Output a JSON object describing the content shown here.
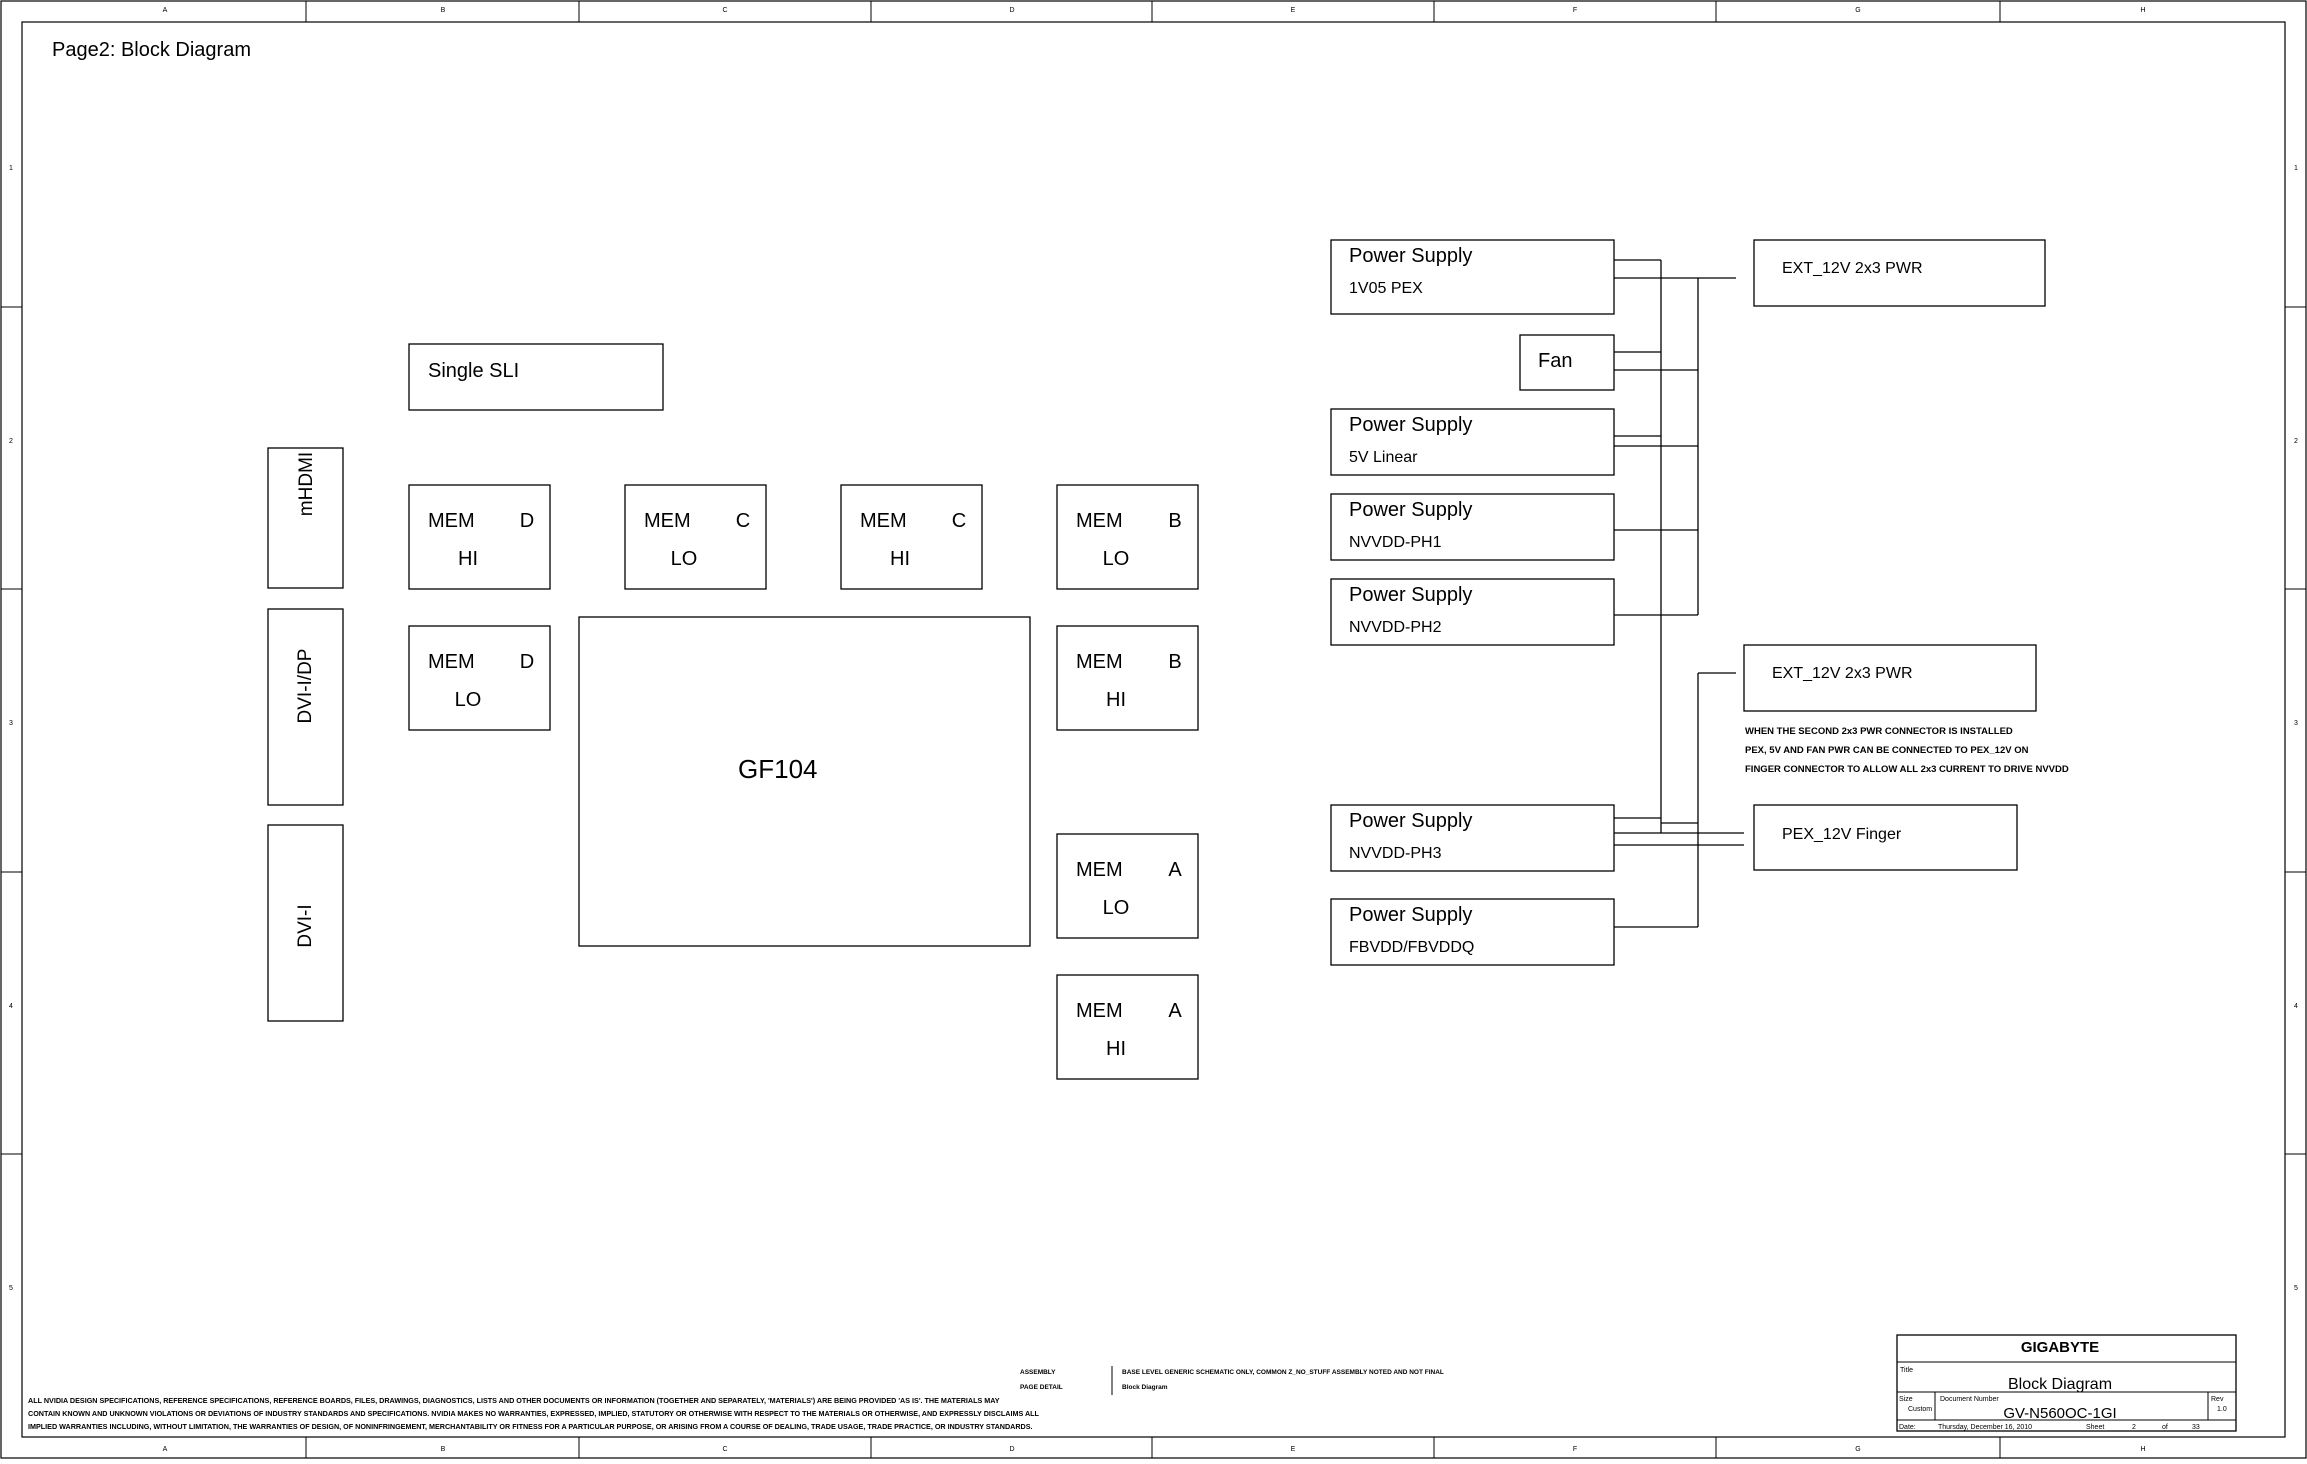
{
  "page_title": "Page2: Block Diagram",
  "border": {
    "columns": [
      "A",
      "B",
      "C",
      "D",
      "E",
      "F",
      "G",
      "H"
    ],
    "rows": [
      "1",
      "2",
      "3",
      "4",
      "5"
    ]
  },
  "connectors": {
    "mhdmi": "mHDMI",
    "dvi_dp": "DVI-I/DP",
    "dvi_i": "DVI-I"
  },
  "single_sli": "Single SLI",
  "gpu": "GF104",
  "mem": [
    {
      "id": "d-hi",
      "name": "MEM",
      "ch": "D",
      "half": "HI"
    },
    {
      "id": "c-lo",
      "name": "MEM",
      "ch": "C",
      "half": "LO"
    },
    {
      "id": "c-hi",
      "name": "MEM",
      "ch": "C",
      "half": "HI"
    },
    {
      "id": "b-lo",
      "name": "MEM",
      "ch": "B",
      "half": "LO"
    },
    {
      "id": "d-lo",
      "name": "MEM",
      "ch": "D",
      "half": "LO"
    },
    {
      "id": "b-hi",
      "name": "MEM",
      "ch": "B",
      "half": "HI"
    },
    {
      "id": "a-lo",
      "name": "MEM",
      "ch": "A",
      "half": "LO"
    },
    {
      "id": "a-hi",
      "name": "MEM",
      "ch": "A",
      "half": "HI"
    }
  ],
  "power": [
    {
      "id": "1v05",
      "title": "Power Supply",
      "sub": "1V05 PEX"
    },
    {
      "id": "5v",
      "title": "Power Supply",
      "sub": "5V Linear"
    },
    {
      "id": "ph1",
      "title": "Power Supply",
      "sub": "NVVDD-PH1"
    },
    {
      "id": "ph2",
      "title": "Power Supply",
      "sub": "NVVDD-PH2"
    },
    {
      "id": "ph3",
      "title": "Power Supply",
      "sub": "NVVDD-PH3"
    },
    {
      "id": "fb",
      "title": "Power Supply",
      "sub": "FBVDD/FBVDDQ"
    }
  ],
  "fan": "Fan",
  "ext_pwr_1": "EXT_12V 2x3 PWR",
  "ext_pwr_2": "EXT_12V 2x3 PWR",
  "pex_finger": "PEX_12V Finger",
  "note": [
    "WHEN THE SECOND 2x3 PWR CONNECTOR IS INSTALLED",
    "PEX, 5V AND FAN PWR CAN BE CONNECTED TO PEX_12V ON",
    "FINGER CONNECTOR TO ALLOW ALL 2x3 CURRENT TO DRIVE NVVDD"
  ],
  "disclaimer": [
    "ALL NVIDIA DESIGN SPECIFICATIONS, REFERENCE SPECIFICATIONS, REFERENCE BOARDS, FILES, DRAWINGS, DIAGNOSTICS, LISTS AND OTHER DOCUMENTS OR INFORMATION (TOGETHER AND SEPARATELY, 'MATERIALS') ARE BEING PROVIDED 'AS IS'. THE MATERIALS MAY",
    "CONTAIN KNOWN AND UNKNOWN VIOLATIONS OR DEVIATIONS OF INDUSTRY STANDARDS AND SPECIFICATIONS. NVIDIA MAKES NO WARRANTIES, EXPRESSED, IMPLIED, STATUTORY OR OTHERWISE WITH RESPECT TO THE MATERIALS OR OTHERWISE, AND EXPRESSLY DISCLAIMS ALL",
    "IMPLIED WARRANTIES INCLUDING, WITHOUT LIMITATION, THE WARRANTIES OF DESIGN, OF NONINFRINGEMENT, MERCHANTABILITY OR FITNESS FOR A PARTICULAR PURPOSE, OR ARISING FROM A COURSE OF DEALING, TRADE USAGE, TRADE PRACTICE, OR INDUSTRY STANDARDS."
  ],
  "assembly": {
    "assembly_label": "ASSEMBLY",
    "page_detail_label": "PAGE DETAIL",
    "assembly_text": "BASE LEVEL GENERIC SCHEMATIC ONLY, COMMON Z_NO_STUFF ASSEMBLY NOTED AND NOT FINAL",
    "page_detail_text": "Block Diagram"
  },
  "title_block": {
    "company": "GIGABYTE",
    "title_label": "Title",
    "title": "Block Diagram",
    "size_label": "Size",
    "size": "Custom",
    "docnum_label": "Document Number",
    "docnum": "GV-N560OC-1GI",
    "rev_label": "Rev",
    "rev": "1.0",
    "date_label": "Date:",
    "date": "Thursday, December 16, 2010",
    "sheet_label": "Sheet",
    "sheet": "2",
    "of_label": "of",
    "of": "33"
  }
}
